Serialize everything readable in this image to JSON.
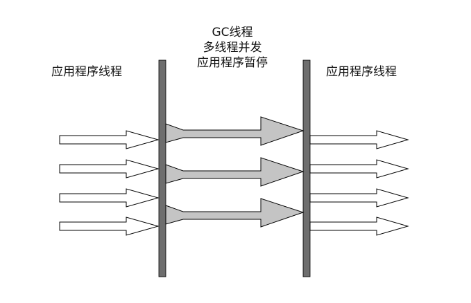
{
  "diagram": {
    "left_label": "应用程序线程",
    "right_label": "应用程序线程",
    "gc_lines": [
      "GC线程",
      "多线程并发",
      "应用程序暂停"
    ],
    "colors": {
      "bar": "#6e6e6e",
      "gc_arrow_fill": "#c4c4c4",
      "app_arrow_fill": "#ffffff",
      "stroke": "#000000"
    }
  }
}
